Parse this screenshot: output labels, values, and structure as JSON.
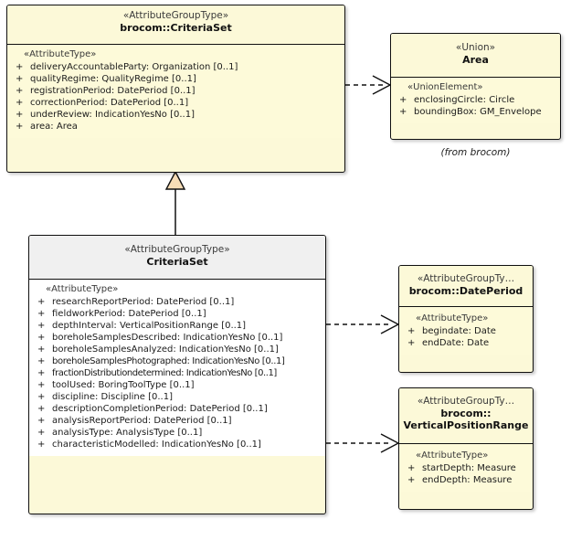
{
  "diagram": {
    "type": "uml-class-diagram",
    "background": "#ffffff",
    "colors": {
      "class_fill_yellow": "#fcf9d8",
      "class_fill_white": "#ffffff",
      "header_gray": "#f0f0f0",
      "border": "#101010",
      "generalization_fill": "#f7ddb6",
      "text": "#1a1a1a"
    }
  },
  "classes": {
    "brocom_criteriaset": {
      "stereotype": "«AttributeGroupType»",
      "name": "brocom::CriteriaSet",
      "compartment_stereotype": "«AttributeType»",
      "attributes": [
        {
          "visibility": "+",
          "text": "deliveryAccountableParty: Organization [0..1]"
        },
        {
          "visibility": "+",
          "text": "qualityRegime: QualityRegime [0..1]"
        },
        {
          "visibility": "+",
          "text": "registrationPeriod: DatePeriod [0..1]"
        },
        {
          "visibility": "+",
          "text": "correctionPeriod: DatePeriod [0..1]"
        },
        {
          "visibility": "+",
          "text": "underReview: IndicationYesNo [0..1]"
        },
        {
          "visibility": "+",
          "text": "area: Area"
        }
      ]
    },
    "area": {
      "stereotype": "«Union»",
      "name": "Area",
      "compartment_stereotype": "«UnionElement»",
      "attributes": [
        {
          "visibility": "+",
          "text": "enclosingCircle: Circle"
        },
        {
          "visibility": "+",
          "text": "boundingBox: GM_Envelope"
        }
      ],
      "note": "(from brocom)"
    },
    "criteriaset": {
      "stereotype": "«AttributeGroupType»",
      "name": "CriteriaSet",
      "compartment_stereotype": "«AttributeType»",
      "attributes": [
        {
          "visibility": "+",
          "text": "researchReportPeriod: DatePeriod [0..1]"
        },
        {
          "visibility": "+",
          "text": "fieldworkPeriod: DatePeriod [0..1]"
        },
        {
          "visibility": "+",
          "text": "depthInterval: VerticalPositionRange [0..1]"
        },
        {
          "visibility": "+",
          "text": "boreholeSamplesDescribed: IndicationYesNo [0..1]"
        },
        {
          "visibility": "+",
          "text": "boreholeSamplesAnalyzed: IndicationYesNo [0..1]"
        },
        {
          "visibility": "+",
          "text": "boreholeSamplesPhotographed: IndicationYesNo [0..1]"
        },
        {
          "visibility": "+",
          "text": "fractionDistributiondetermined: IndicationYesNo [0..1]"
        },
        {
          "visibility": "+",
          "text": "toolUsed: BoringToolType [0..1]"
        },
        {
          "visibility": "+",
          "text": "discipline: Discipline [0..1]"
        },
        {
          "visibility": "+",
          "text": "descriptionCompletionPeriod: DatePeriod [0..1]"
        },
        {
          "visibility": "+",
          "text": "analysisReportPeriod: DatePeriod [0..1]"
        },
        {
          "visibility": "+",
          "text": "analysisType: AnalysisType [0..1]"
        },
        {
          "visibility": "+",
          "text": "characteristicModelled: IndicationYesNo [0..1]"
        }
      ]
    },
    "dateperiod": {
      "stereotype": "«AttributeGroupTy…",
      "name": "brocom::DatePeriod",
      "compartment_stereotype": "«AttributeType»",
      "attributes": [
        {
          "visibility": "+",
          "text": "begindate: Date"
        },
        {
          "visibility": "+",
          "text": "endDate: Date"
        }
      ]
    },
    "verticalpositionrange": {
      "stereotype": "«AttributeGroupTy…",
      "name_line1": "brocom::",
      "name_line2": "VerticalPositionRange",
      "compartment_stereotype": "«AttributeType»",
      "attributes": [
        {
          "visibility": "+",
          "text": "startDepth: Measure"
        },
        {
          "visibility": "+",
          "text": "endDepth: Measure"
        }
      ]
    }
  },
  "relationships": [
    {
      "kind": "dependency",
      "from": "brocom_criteriaset",
      "to": "area",
      "style": "dashed-open-arrow"
    },
    {
      "kind": "generalization",
      "from": "criteriaset",
      "to": "brocom_criteriaset",
      "style": "solid-hollow-triangle"
    },
    {
      "kind": "dependency",
      "from": "criteriaset",
      "to": "dateperiod",
      "style": "dashed-open-arrow"
    },
    {
      "kind": "dependency",
      "from": "criteriaset",
      "to": "verticalpositionrange",
      "style": "dashed-open-arrow"
    }
  ]
}
